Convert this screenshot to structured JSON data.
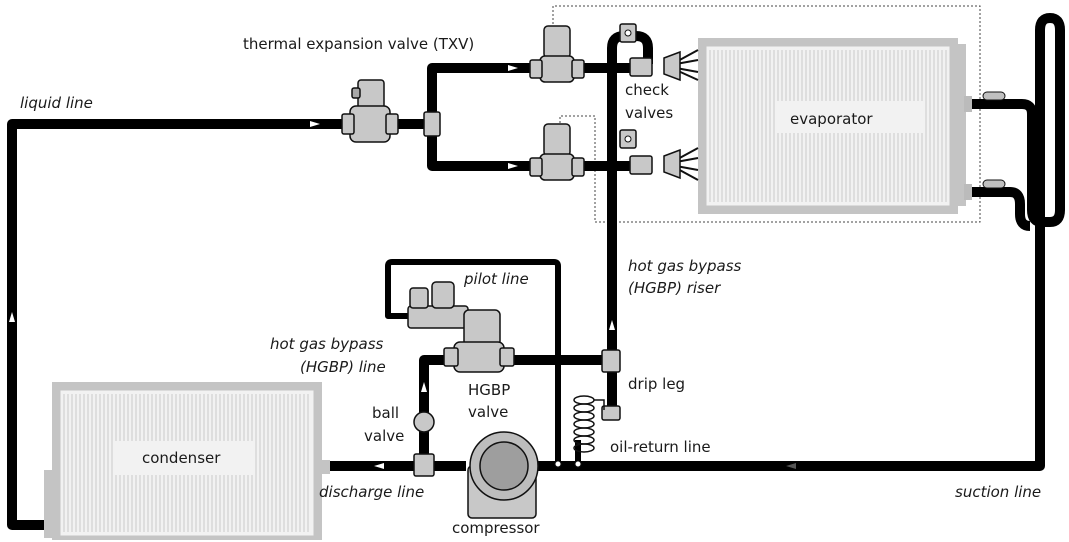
{
  "labels": {
    "txv": "thermal expansion valve (TXV)",
    "liquid_line": "liquid line",
    "check_valves_1": "check",
    "check_valves_2": "valves",
    "evaporator": "evaporator",
    "hgbp_riser_1": "hot gas bypass",
    "hgbp_riser_2": "(HGBP) riser",
    "pilot_line": "pilot line",
    "hgbp_line_1": "hot gas bypass",
    "hgbp_line_2": "(HGBP) line",
    "hgbp_valve_1": "HGBP",
    "hgbp_valve_2": "valve",
    "drip_leg": "drip leg",
    "ball_valve_1": "ball",
    "ball_valve_2": "valve",
    "oil_return_line": "oil-return line",
    "condenser": "condenser",
    "discharge_line": "discharge line",
    "compressor": "compressor",
    "suction_line": "suction line"
  },
  "colors": {
    "pipe": "#000000",
    "coil": "#c4c4c4",
    "valve": "#c8c8c8"
  }
}
